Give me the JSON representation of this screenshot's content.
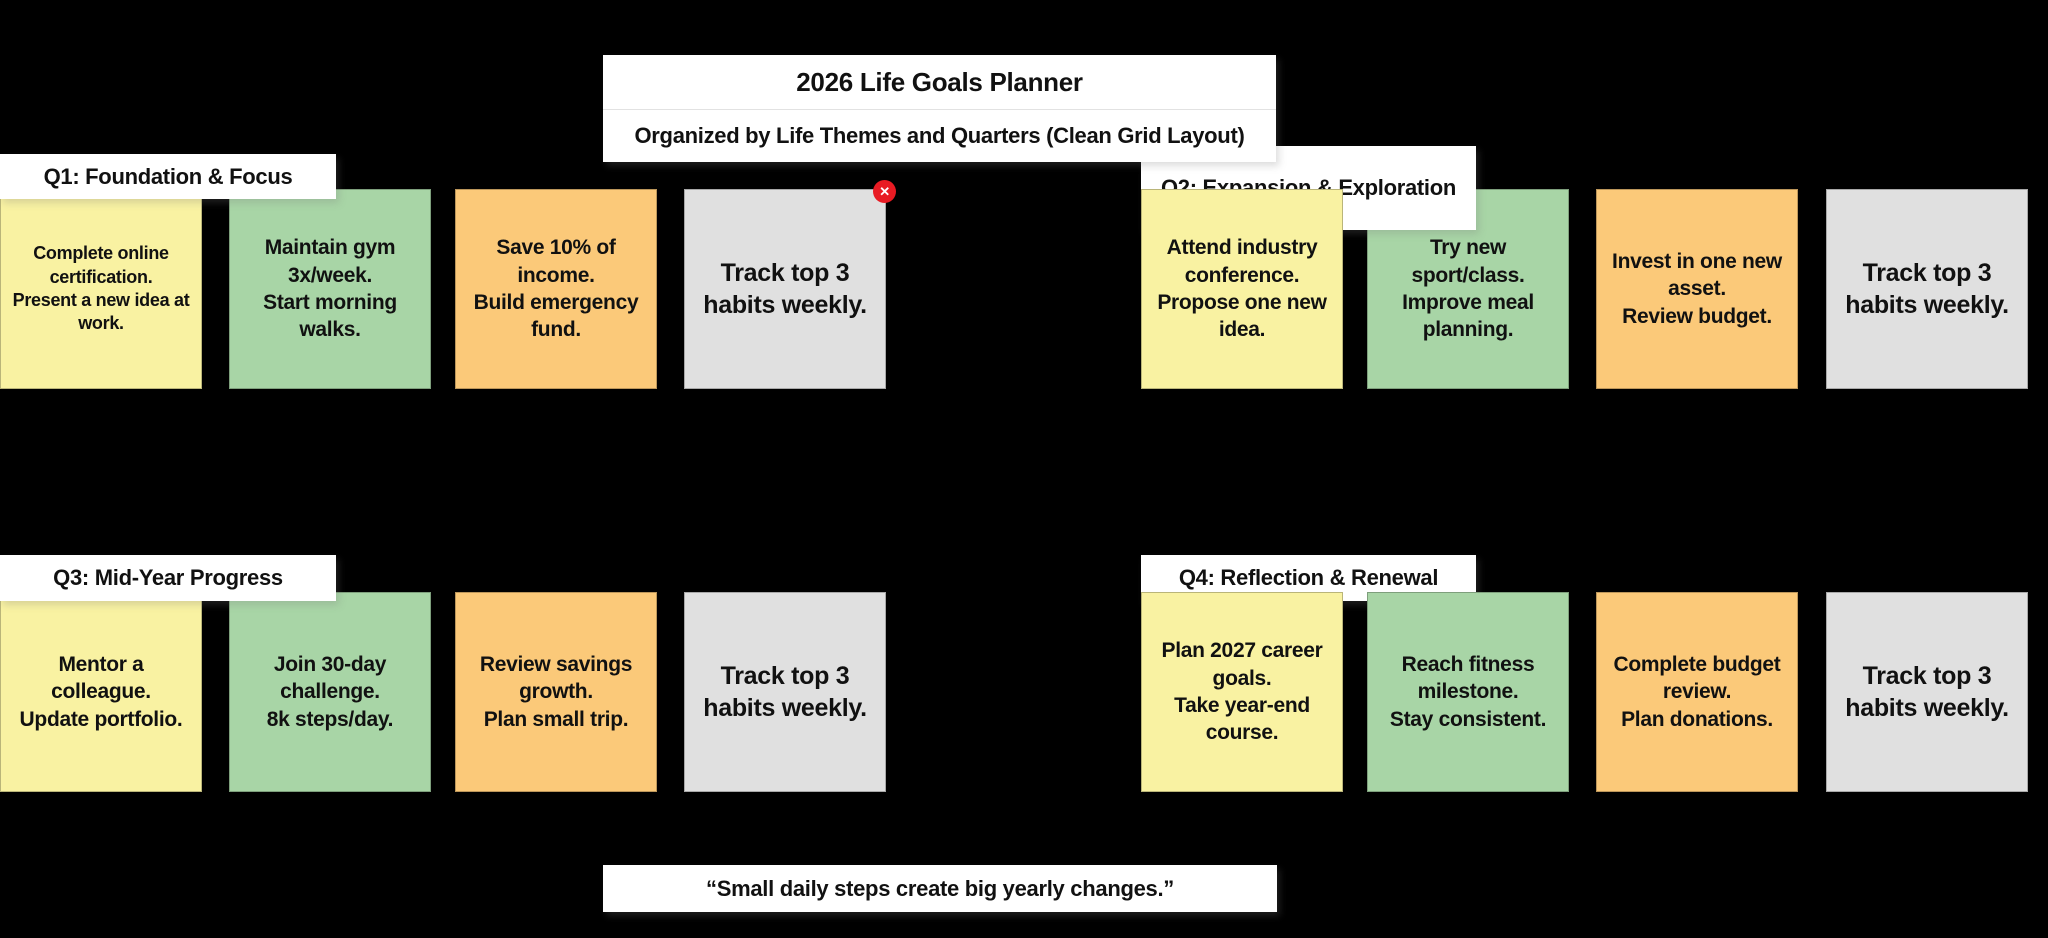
{
  "header": {
    "title": "2026 Life Goals Planner",
    "subtitle": "Organized by Life Themes and Quarters (Clean Grid Layout)"
  },
  "footer": {
    "quote": "“Small daily steps create big yearly changes.”"
  },
  "colors": {
    "background": "#000000",
    "panel": "#ffffff",
    "text": "#111111",
    "yellow": "#f9f2a2",
    "green": "#a8d5a6",
    "orange": "#fbc979",
    "gray": "#e0e0e0",
    "badge_red": "#e81b23"
  },
  "icons": {
    "close": "✕"
  },
  "quarters": [
    {
      "label": "Q1: Foundation & Focus",
      "cards": [
        {
          "color": "yellow",
          "text": "Complete online certification.\nPresent a new idea at work."
        },
        {
          "color": "green",
          "text": "Maintain gym 3x/week.\nStart morning walks."
        },
        {
          "color": "orange",
          "text": "Save 10% of income.\nBuild emergency fund."
        },
        {
          "color": "gray",
          "text": "Track top 3 habits weekly.",
          "has_close_badge": true
        }
      ]
    },
    {
      "label": "Q2: Expansion & Exploration",
      "cards": [
        {
          "color": "yellow",
          "text": "Attend industry conference.\nPropose one new idea."
        },
        {
          "color": "green",
          "text": "Try new sport/class.\nImprove meal planning."
        },
        {
          "color": "orange",
          "text": "Invest in one new asset.\nReview budget."
        },
        {
          "color": "gray",
          "text": "Track top 3 habits weekly."
        }
      ]
    },
    {
      "label": "Q3: Mid-Year Progress",
      "cards": [
        {
          "color": "yellow",
          "text": "Mentor a colleague.\nUpdate portfolio."
        },
        {
          "color": "green",
          "text": "Join 30-day challenge.\n8k steps/day."
        },
        {
          "color": "orange",
          "text": "Review savings growth.\nPlan small trip."
        },
        {
          "color": "gray",
          "text": "Track top 3 habits weekly."
        }
      ]
    },
    {
      "label": "Q4: Reflection & Renewal",
      "cards": [
        {
          "color": "yellow",
          "text": "Plan 2027 career goals.\nTake year-end course."
        },
        {
          "color": "green",
          "text": "Reach fitness milestone.\nStay consistent."
        },
        {
          "color": "orange",
          "text": "Complete budget review.\nPlan donations."
        },
        {
          "color": "gray",
          "text": "Track top 3 habits weekly."
        }
      ]
    }
  ]
}
